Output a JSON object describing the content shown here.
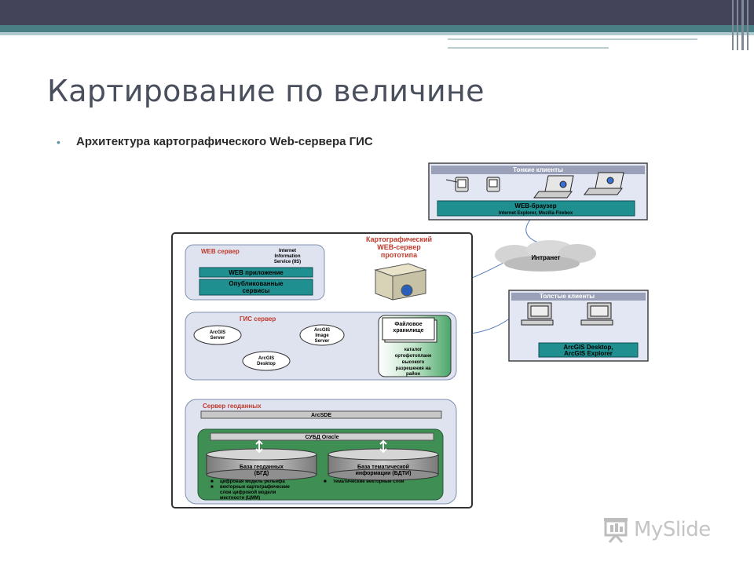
{
  "slide": {
    "title": "Картирование по величине",
    "bullet": "Архитектура картографического  Web-сервера ГИС"
  },
  "diagram": {
    "thin_clients": {
      "title": "Тонкие клиенты",
      "browser_label": "WEB-браузер",
      "browser_sub": "Internet Explorer, Mozilla Firebox"
    },
    "intranet": "Интранет",
    "thick_clients": {
      "title": "Толстые клиенты",
      "apps_line1": "ArcGIS Desktop,",
      "apps_line2": "ArcGIS Explorer"
    },
    "web_server": {
      "title": "WEB сервер",
      "iis_line1": "Internet",
      "iis_line2": "Information",
      "iis_line3": "Service (IIS)",
      "app": "WEB приложение",
      "published_line1": "Опубликованные",
      "published_line2": "сервисы"
    },
    "prototype": {
      "line1": "Картографический",
      "line2": "WEB-сервер",
      "line3": "прототипа"
    },
    "gis_server": {
      "title": "ГИС сервер",
      "arcgis_server_1": "ArcGIS",
      "arcgis_server_2": "Server",
      "image_server_1": "ArcGIS",
      "image_server_2": "Image",
      "image_server_3": "Server",
      "desktop_1": "ArcGIS",
      "desktop_2": "Desktop",
      "file_store_1": "Файловое",
      "file_store_2": "хранилище",
      "catalog_1": "каталог",
      "catalog_2": "ортофотоплане",
      "catalog_3": "высокого",
      "catalog_4": "разрешения на",
      "catalog_5": "район"
    },
    "geodata_server": {
      "title": "Сервер геоданных",
      "arcsde": "ArcSDE",
      "dbms": "СУБД Oracle",
      "db1_line1": "База геоданных",
      "db1_line2": "(БГД)",
      "db2_line1": "База тематической",
      "db2_line2": "информации (БДТИ)",
      "db1_items": [
        "цифровая модель рельефа",
        "векторные картографические",
        "слои цифровой модели",
        "местности (ЦММ)"
      ],
      "db2_items": [
        "тематические векторные слои"
      ]
    }
  },
  "logo": {
    "text": "MySlide"
  },
  "colors": {
    "accent": "#4a7f86",
    "teal_bar": "#1f8f90",
    "panel": "#dfe3f0"
  }
}
